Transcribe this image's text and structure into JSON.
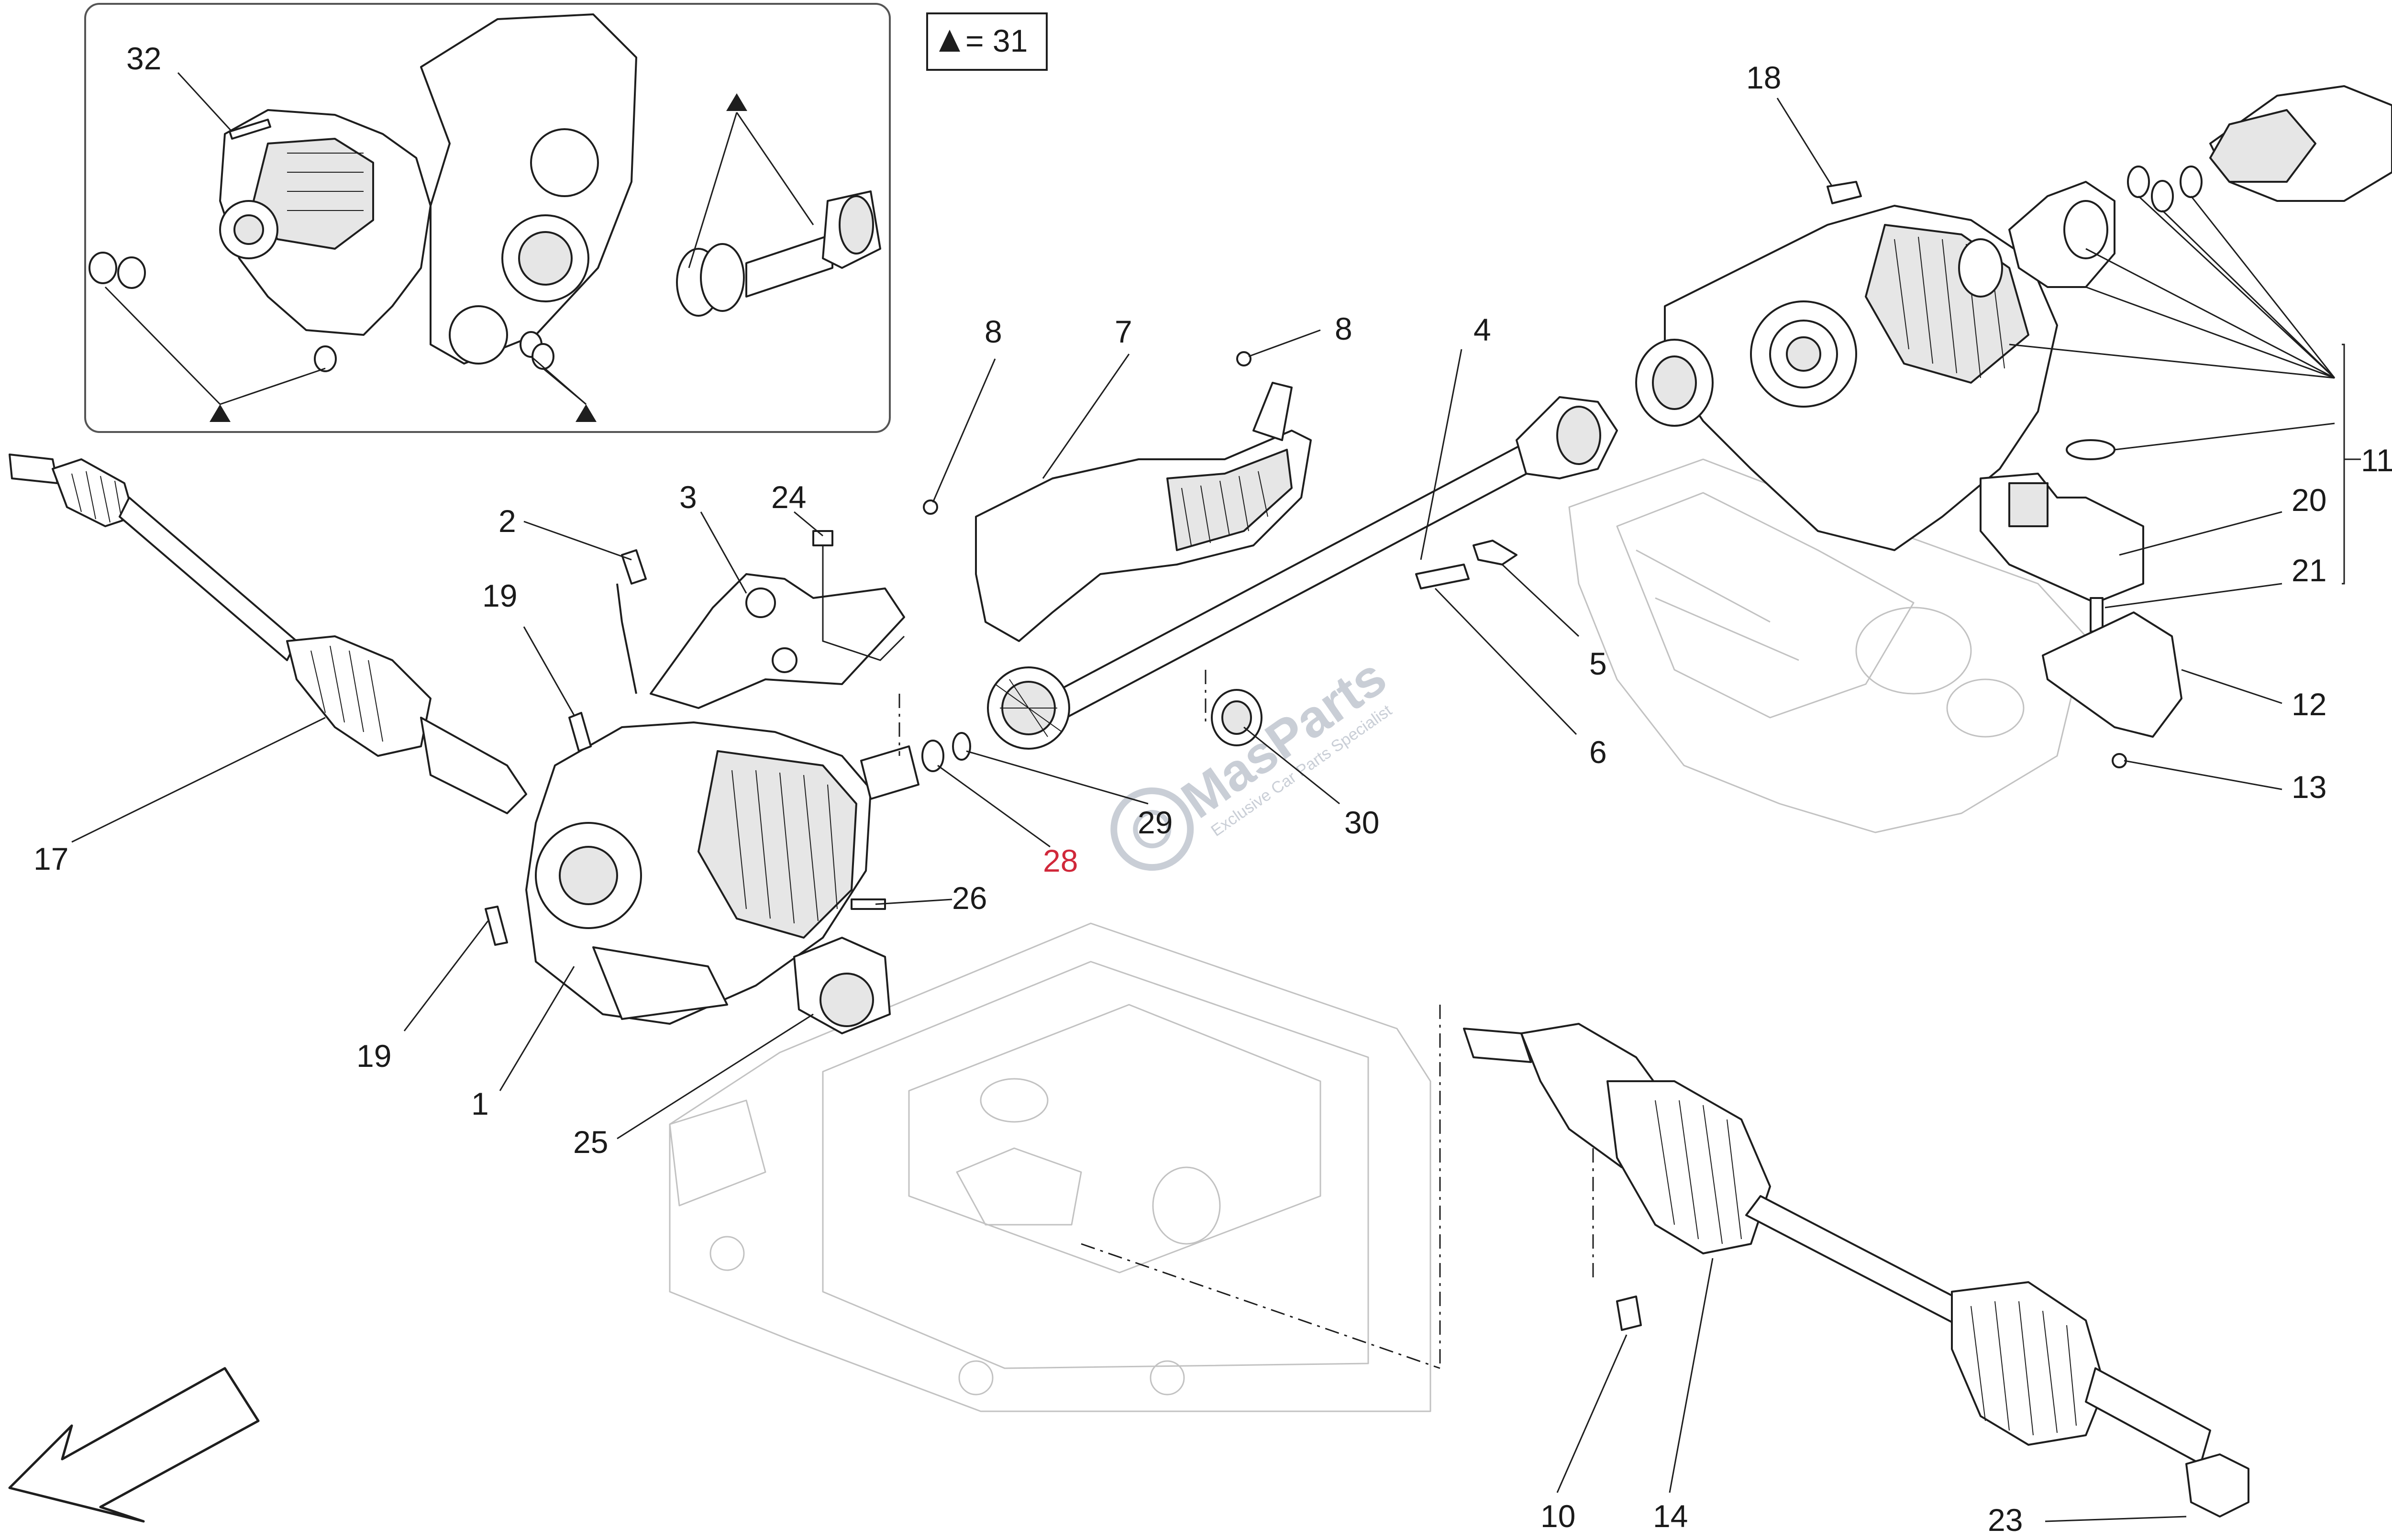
{
  "diagram": {
    "legend": {
      "text": "= 31",
      "symbol": "triangle-marker"
    },
    "callouts": {
      "c1": "1",
      "c2": "2",
      "c3": "3",
      "c4": "4",
      "c5": "5",
      "c6": "6",
      "c7": "7",
      "c8a": "8",
      "c8b": "8",
      "c10": "10",
      "c11": "11",
      "c12": "12",
      "c13": "13",
      "c14": "14",
      "c17": "17",
      "c18": "18",
      "c19a": "19",
      "c19b": "19",
      "c20": "20",
      "c21": "21",
      "c23": "23",
      "c24": "24",
      "c25": "25",
      "c26": "26",
      "c28": "28",
      "c29": "29",
      "c30": "30",
      "c32": "32"
    },
    "watermark": {
      "brand": "MasParts",
      "tagline": "Exclusive Car Parts Specialist"
    },
    "colors": {
      "line": "#1e1e1e",
      "ghost": "#c2c2c2",
      "accent_28": "#d0283a",
      "watermark": "#c9ced6"
    }
  }
}
